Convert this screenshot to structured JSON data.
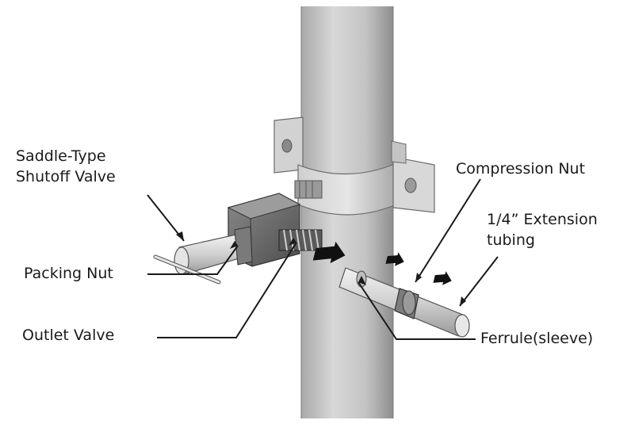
{
  "labels": {
    "saddle_valve": [
      "Saddle-Type",
      "Shutoff Valve"
    ],
    "packing_nut": "Packing Nut",
    "outlet_valve": "Outlet Valve",
    "compression_nut": "Compression Nut",
    "extension_tubing": [
      "1/4” Extension",
      "tubing"
    ],
    "ferrule": "Ferrule(sleeve)"
  },
  "colors": {
    "background": "#ffffff",
    "pipe": "#c9c9c9",
    "metal_dark": "#6f6f6f",
    "leader": "#1a1a1a",
    "text": "#1a1a1a"
  }
}
